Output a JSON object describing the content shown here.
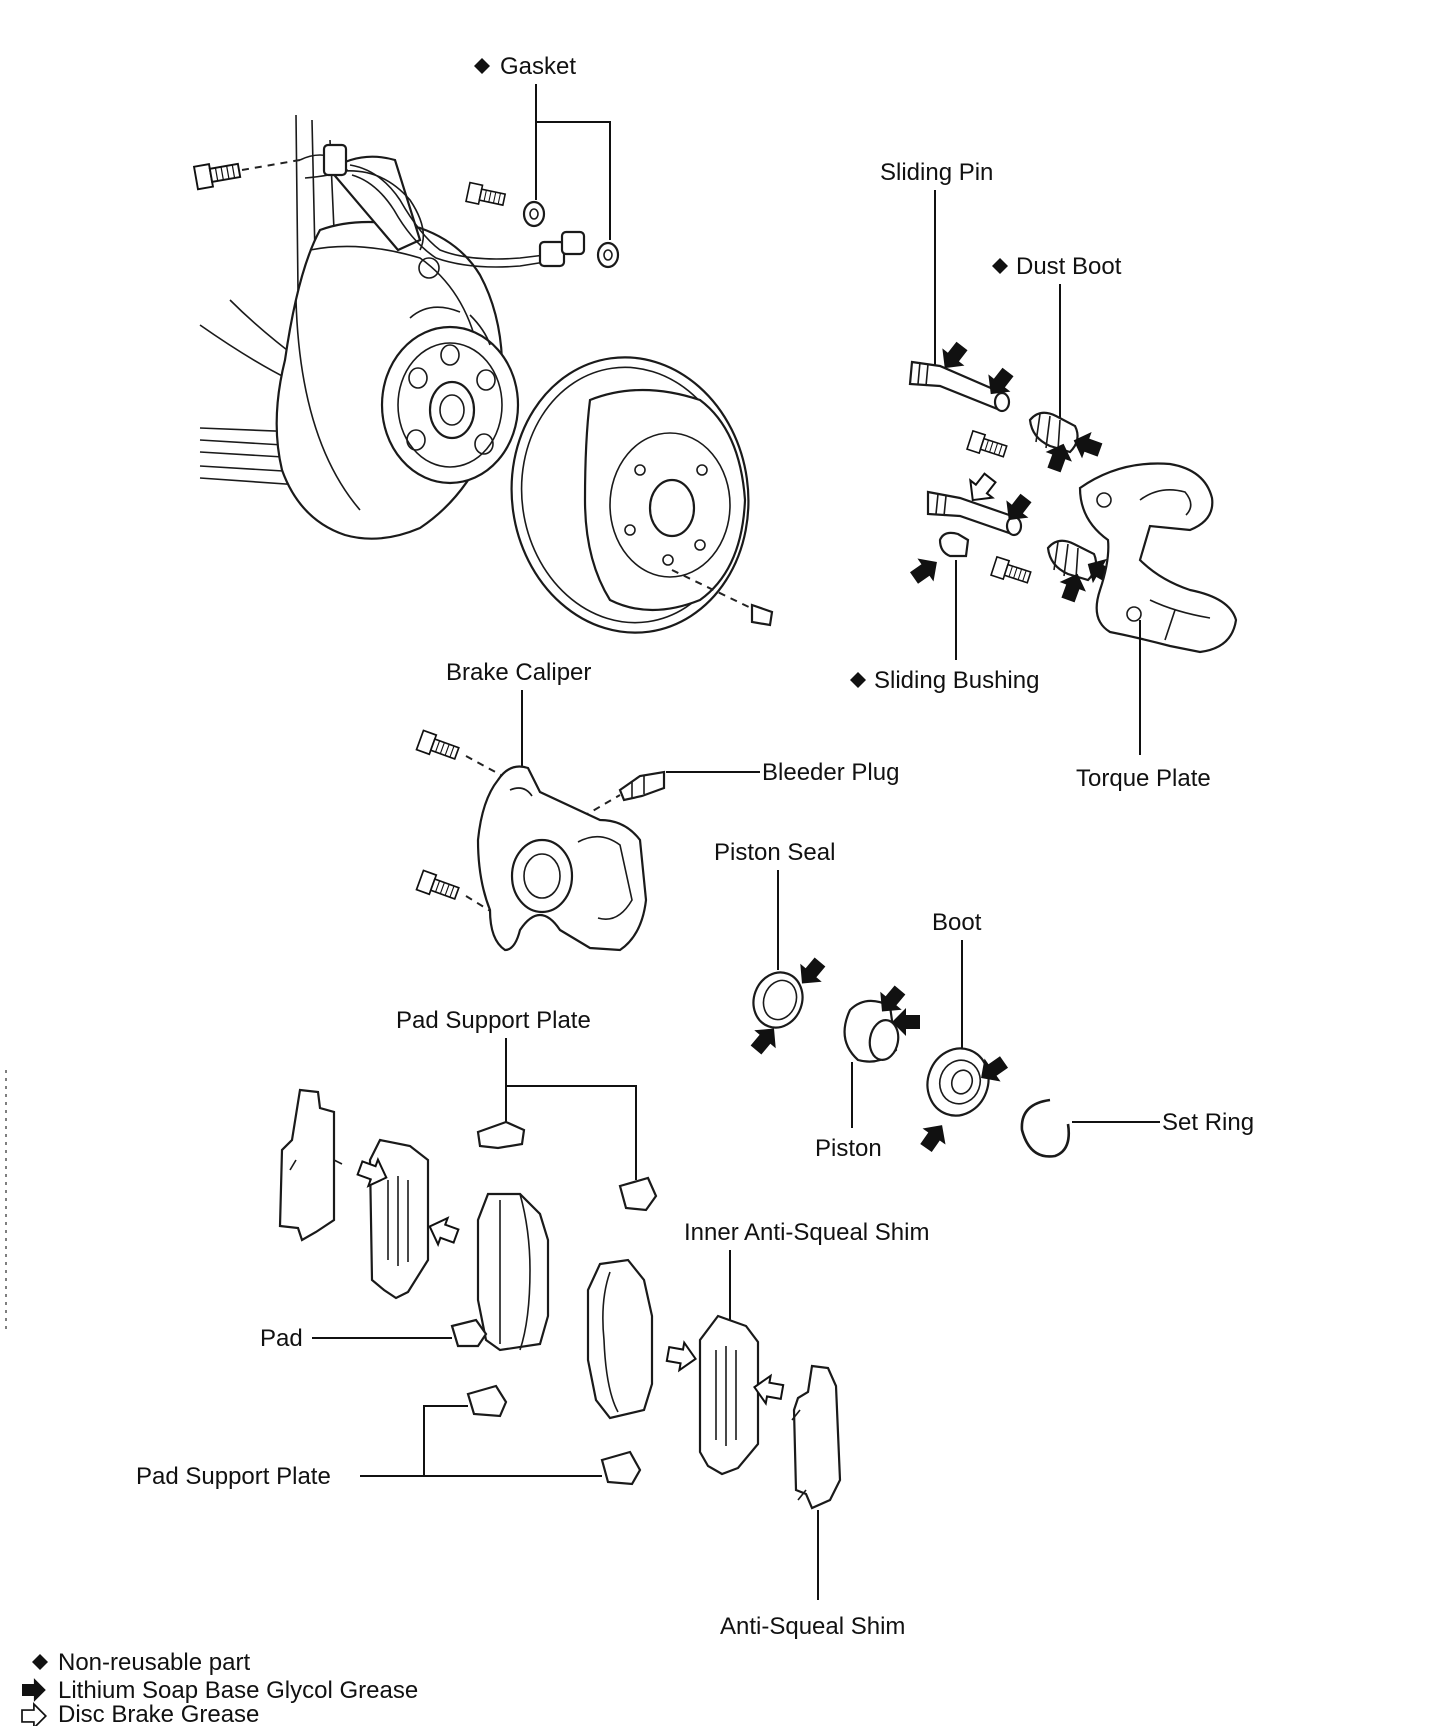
{
  "labels": {
    "gasket": "Gasket",
    "sliding_pin": "Sliding Pin",
    "dust_boot": "Dust Boot",
    "brake_caliper": "Brake Caliper",
    "bleeder_plug": "Bleeder Plug",
    "sliding_bushing": "Sliding Bushing",
    "torque_plate": "Torque Plate",
    "piston_seal": "Piston Seal",
    "boot": "Boot",
    "piston": "Piston",
    "set_ring": "Set Ring",
    "pad_support_plate_top": "Pad Support Plate",
    "pad": "Pad",
    "inner_anti_squeal_shim": "Inner Anti-Squeal Shim",
    "pad_support_plate_bottom": "Pad Support Plate",
    "anti_squeal_shim": "Anti-Squeal Shim"
  },
  "legend": {
    "non_reusable": "Non-reusable part",
    "lithium_grease": "Lithium Soap Base Glycol Grease",
    "disc_brake_grease": "Disc Brake Grease"
  },
  "icons": {
    "non_reusable": "diamond-icon",
    "lithium_grease": "solid-arrow-icon",
    "disc_brake_grease": "outline-arrow-icon"
  }
}
